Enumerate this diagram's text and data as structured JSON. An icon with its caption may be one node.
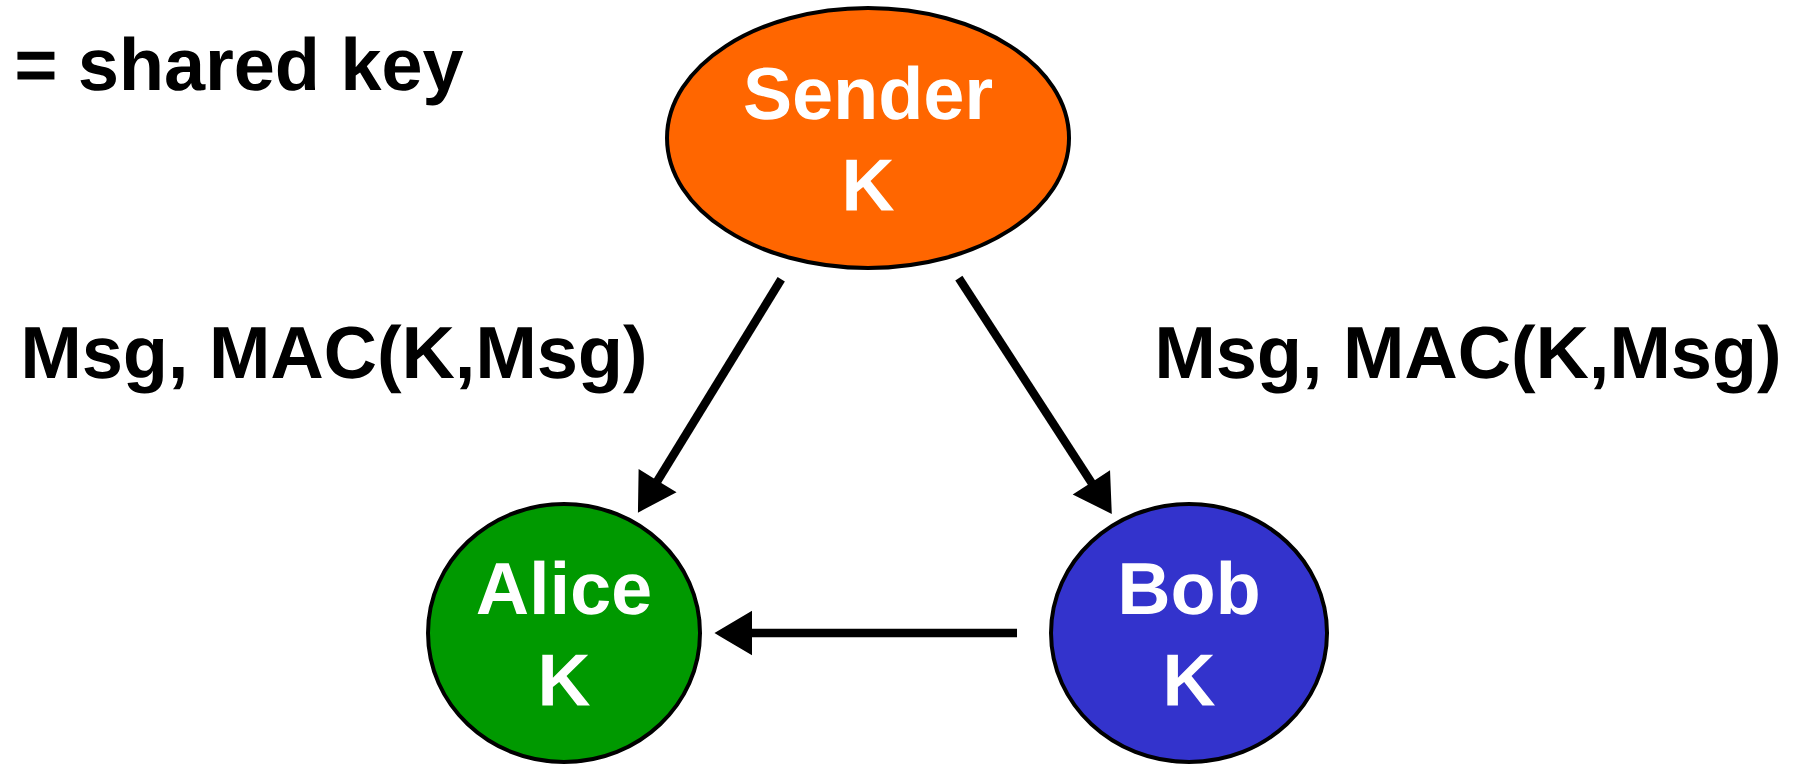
{
  "diagram": {
    "nodes": [
      {
        "text": [
          "Sender",
          "K"
        ]
      },
      {
        "text": [
          "Alice",
          "K"
        ]
      },
      {
        "text": [
          "Bob",
          "K"
        ]
      }
    ],
    "edges": [
      {
        "from": 0,
        "to": 1,
        "arrow": "to",
        "label": "Msg, MAC(K,Msg)"
      },
      {
        "from": 0,
        "to": 2,
        "arrow": "to",
        "label": "Msg, MAC(K,Msg)"
      },
      {
        "from": 2,
        "to": 1,
        "arrow": "to"
      }
    ],
    "labels": [
      "= shared key"
    ]
  }
}
